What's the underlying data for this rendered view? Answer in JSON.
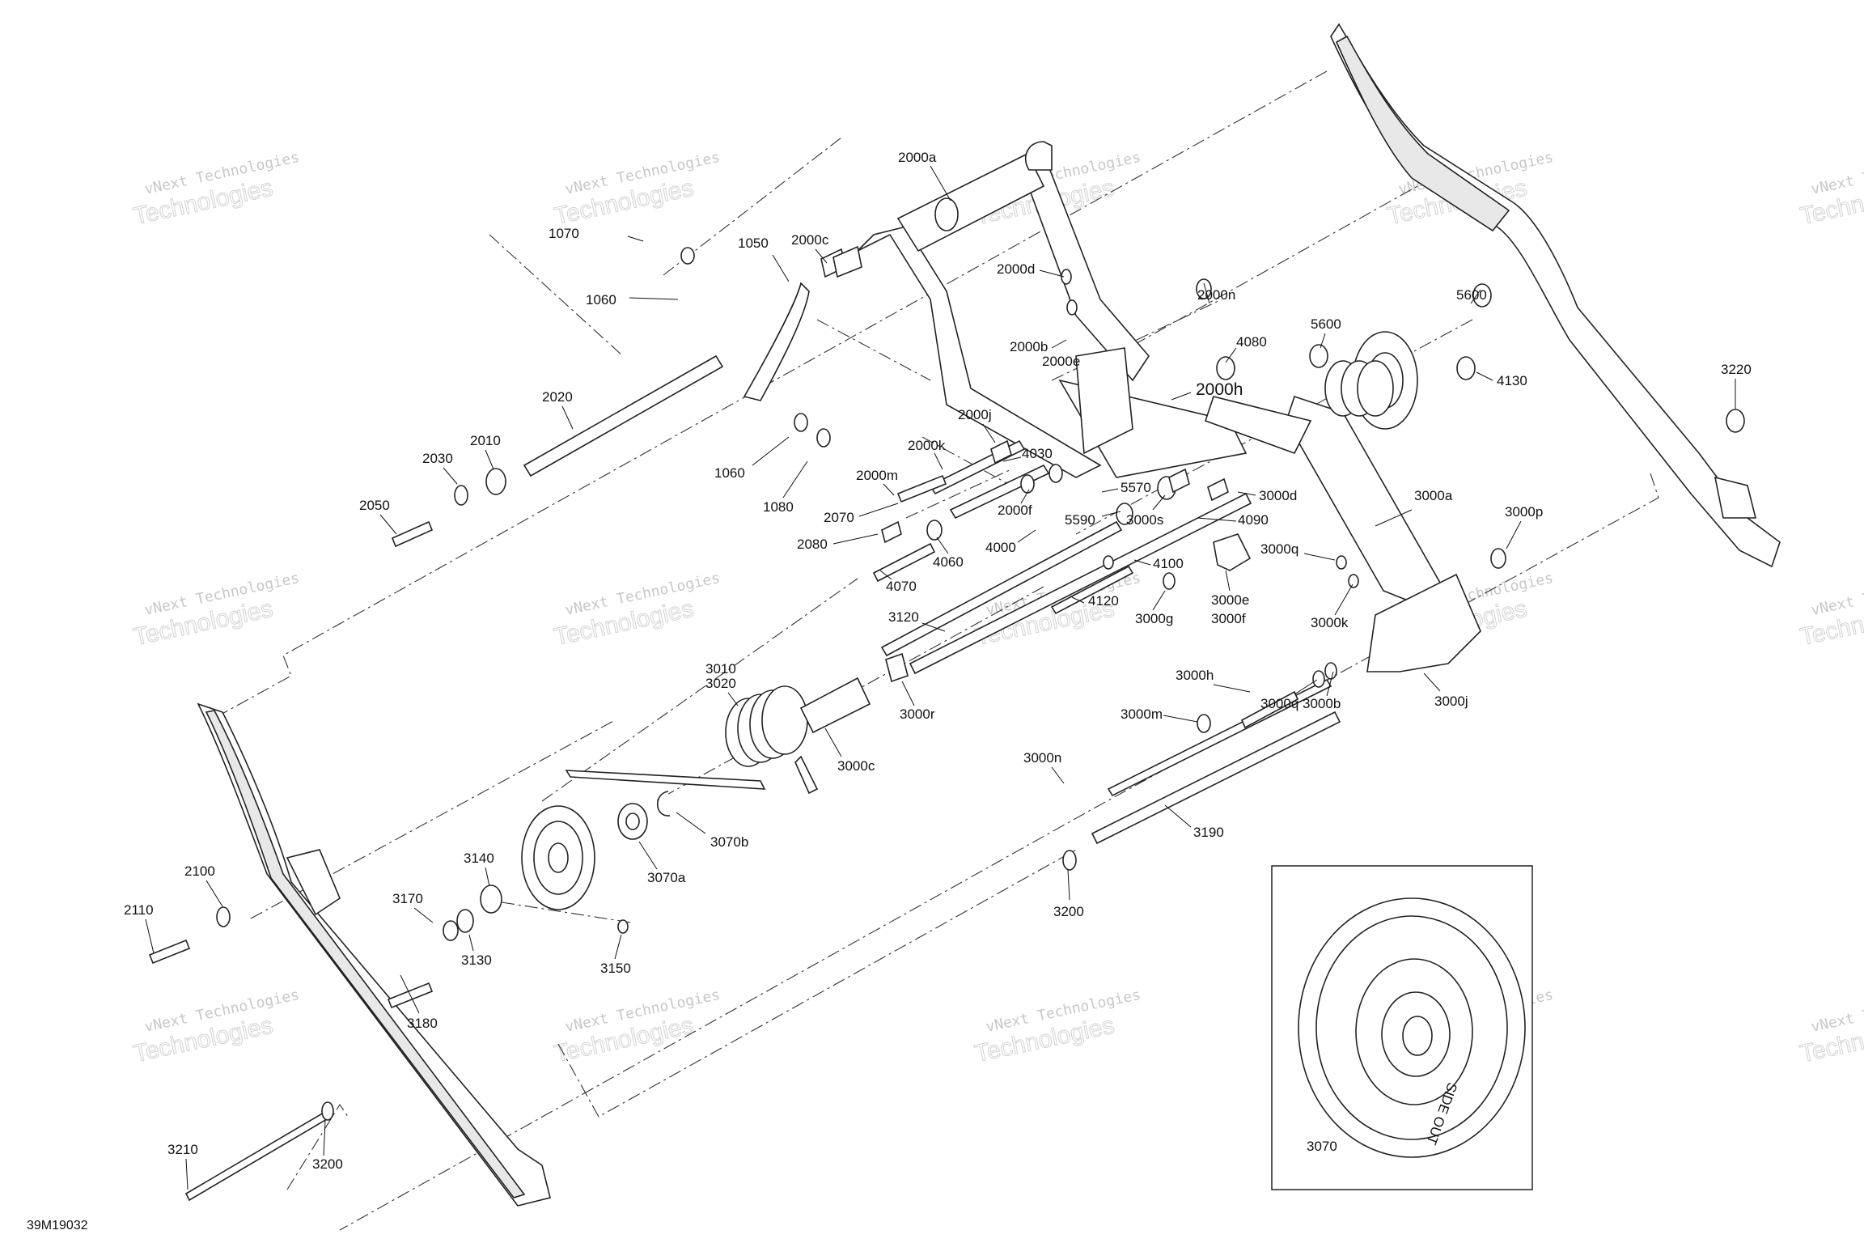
{
  "drawing_id": "39M19032",
  "watermark": {
    "line1": "vNext Technologies",
    "line2": "Technologies"
  },
  "labels": {
    "l1070": "1070",
    "l1050": "1050",
    "l1060a": "1060",
    "l1060b": "1060",
    "l1080": "1080",
    "l2000a": "2000a",
    "l2000c": "2000c",
    "l2000d": "2000d",
    "l2000b": "2000b",
    "l2000e": "2000e",
    "l2000h": "2000h",
    "l2000j": "2000j",
    "l2000k": "2000k",
    "l2000m": "2000m",
    "l2000f": "2000f",
    "l2000n": "2000n",
    "l2020": "2020",
    "l2010": "2010",
    "l2030": "2030",
    "l2050": "2050",
    "l2070": "2070",
    "l2080": "2080",
    "l4030": "4030",
    "l4060": "4060",
    "l4070": "4070",
    "l4000": "4000",
    "l4080": "4080",
    "l4090": "4090",
    "l4100": "4100",
    "l4120": "4120",
    "l4130": "4130",
    "l5600a": "5600",
    "l5600b": "5600",
    "l5570": "5570",
    "l5590": "5590",
    "l3000s": "3000s",
    "l3000d": "3000d",
    "l3000a": "3000a",
    "l3000p": "3000p",
    "l3000q": "3000q",
    "l3000e": "3000e",
    "l3000f": "3000f",
    "l3000g": "3000g",
    "l3000k": "3000k",
    "l3000h": "3000h",
    "l3000q2": "3000q",
    "l3000b": "3000b",
    "l3000j": "3000j",
    "l3000m": "3000m",
    "l3000n": "3000n",
    "l3000r": "3000r",
    "l3000c": "3000c",
    "l3120": "3120",
    "l3010": "3010",
    "l3020": "3020",
    "l3070b": "3070b",
    "l3070a": "3070a",
    "l3140": "3140",
    "l3170": "3170",
    "l3130": "3130",
    "l3150": "3150",
    "l3180": "3180",
    "l3190": "3190",
    "l3200a": "3200",
    "l3200b": "3200",
    "l3210": "3210",
    "l3220": "3220",
    "l2100": "2100",
    "l2110": "2110",
    "l3070": "3070"
  },
  "wheel_text": "SIDE OUT"
}
